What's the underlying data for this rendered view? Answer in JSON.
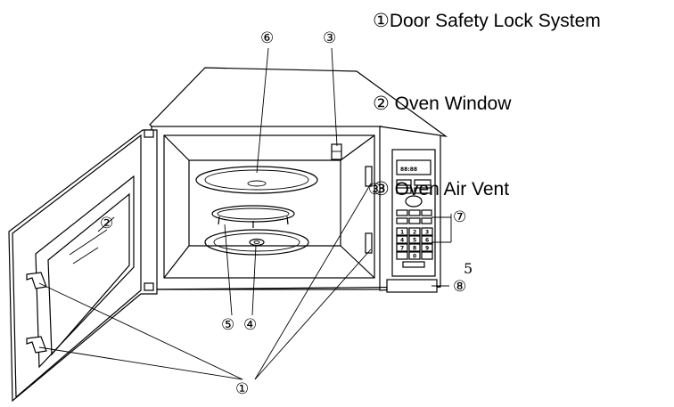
{
  "labels": {
    "door_safety_lock": "①Door Safety Lock System",
    "oven_window": "② Oven Window",
    "oven_air_vent": "③ Oven Air Vent"
  },
  "callouts": {
    "c1": "①",
    "c2": "②",
    "c3": "③",
    "c4": "④",
    "c5": "⑤",
    "c6": "⑥",
    "c7": "⑦",
    "c8": "⑧",
    "aux_five": "5"
  },
  "display": {
    "readout": "88:88"
  },
  "keypad": {
    "keys": [
      "1",
      "2",
      "3",
      "4",
      "5",
      "6",
      "7",
      "8",
      "9",
      "",
      "0",
      ""
    ]
  }
}
